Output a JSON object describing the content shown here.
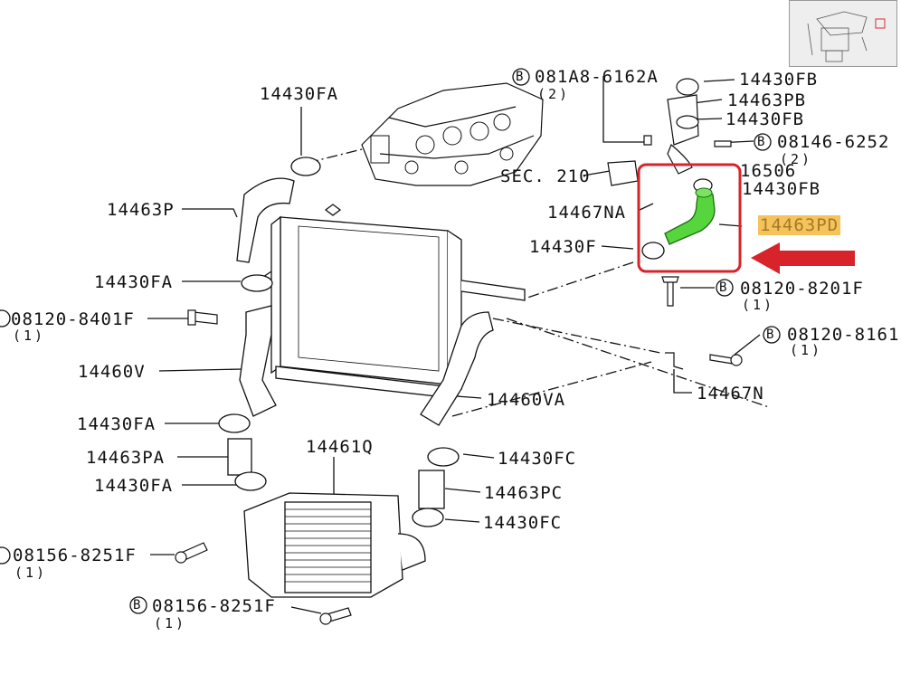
{
  "labels": {
    "l1": "14430FA",
    "l2": "14463P",
    "l3": "14430FA",
    "l4": "08120-8401F",
    "l5": "(1)",
    "l6": "14460V",
    "l7": "14430FA",
    "l8": "14463PA",
    "l9": "14430FA",
    "l10": "08156-8251F",
    "l11": "(1)",
    "l12": "08156-8251F",
    "l13": "(1)",
    "l14": "14461Q",
    "l15": "14430FC",
    "l16": "14463PC",
    "l17": "14430FC",
    "l18": "14460VA",
    "l19": "081A8-6162A",
    "l20": "(2)",
    "l21": "14430FB",
    "l22": "14463PB",
    "l23": "14430FB",
    "l24": "08146-6252",
    "l25": "(2)",
    "l26": "SEC. 210",
    "l27": "16506",
    "l28": "14430FB",
    "l29": "14467NA",
    "l30": "14463PD",
    "l31": "14430F",
    "l32": "08120-8201F",
    "l33": "(1)",
    "l34": "08120-8161",
    "l35": "(1)",
    "l36": "14467N"
  },
  "bolt_symbol": "B",
  "colors": {
    "highlight_box": "#d8232a",
    "arrow": "#d8232a",
    "hose": "#56d63c",
    "label_highlight": "#f5c35a"
  }
}
